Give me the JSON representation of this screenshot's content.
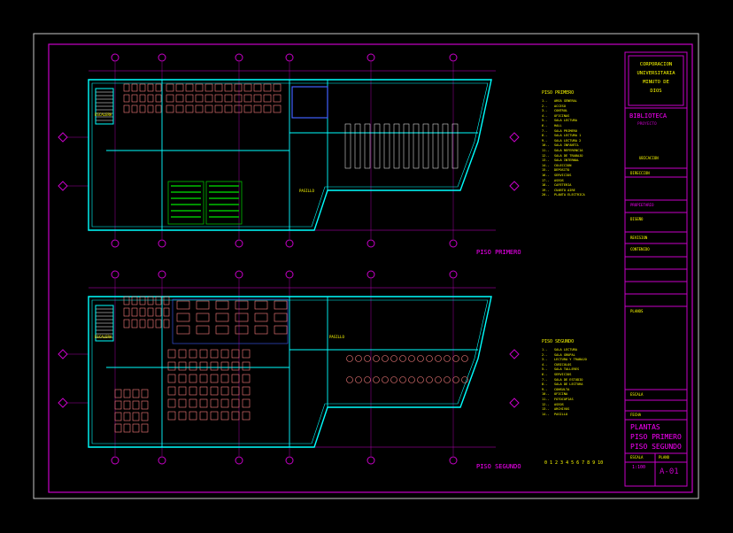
{
  "floors": [
    {
      "id": "primero",
      "title": "PISO PRIMERO",
      "legend_title": "PISO PRIMERO",
      "legend": [
        "AREA GENERAL",
        "ACCESO",
        "CONTROL",
        "OFICINAS",
        "SALA LECTURA",
        "HALL",
        "SALA PRIMERO",
        "SALA LECTURA 1",
        "SALA LECTURA 2",
        "SALA INFANTIL",
        "SALA REFERENCIA",
        "SALA DE TRABAJO",
        "SALA INTERNAL",
        "COLECCION",
        "DEPOSITO",
        "SERVICIOS",
        "ASEOS",
        "CAFETERIA",
        "CUARTO AIRE",
        "PLANTA ELECTRICA"
      ],
      "stair_label": "ESCALERA",
      "corridor_label": "PASILLO"
    },
    {
      "id": "segundo",
      "title": "PISO SEGUNDO",
      "legend_title": "PISO SEGUNDO",
      "legend": [
        "SALA LECTURA",
        "SALA GRUPAL",
        "LECTURA Y TRABAJO",
        "CUBICULOS",
        "SALA TALLERES",
        "SERVICIOS",
        "SALA DE ESTUDIO",
        "SALA DE LECTURA",
        "CONSULTA",
        "OFICINA",
        "FOTOCOPIAS",
        "ASEOS",
        "ARCHIVOS",
        "PASILLO"
      ],
      "stair_label": "ESCALERA",
      "corridor_label": "PASILLO"
    }
  ],
  "title_block": {
    "company": [
      "CORPORACION",
      "UNIVERSITARIA",
      "MINUTO DE",
      "DIOS"
    ],
    "project": "BIBLIOTECA",
    "project_sub": "PROYECTO",
    "location": "UBICACION",
    "field_labels": [
      "DIRECCION",
      "PROPIETARIO",
      "DISEÑO",
      "REVISION",
      "CONTENIDO",
      "PLANOS",
      "ESCALA",
      "FECHA"
    ],
    "drawing_title": [
      "PLANTAS",
      "PISO PRIMERO",
      "PISO SEGUNDO"
    ],
    "scale_label": "ESCALA",
    "scale_value": "1:100",
    "sheet_label": "PLANO",
    "sheet_number": "A-01"
  },
  "scale_bar": {
    "ticks": [
      "0",
      "1",
      "2",
      "3",
      "4",
      "5",
      "6",
      "7",
      "8",
      "9",
      "10"
    ]
  },
  "colors": {
    "frame": "#c800c8",
    "wall": "#00ffff",
    "furniture": "#ff8080",
    "text_accent": "#ffff00",
    "green": "#00c000",
    "dim": "#c800c8"
  }
}
